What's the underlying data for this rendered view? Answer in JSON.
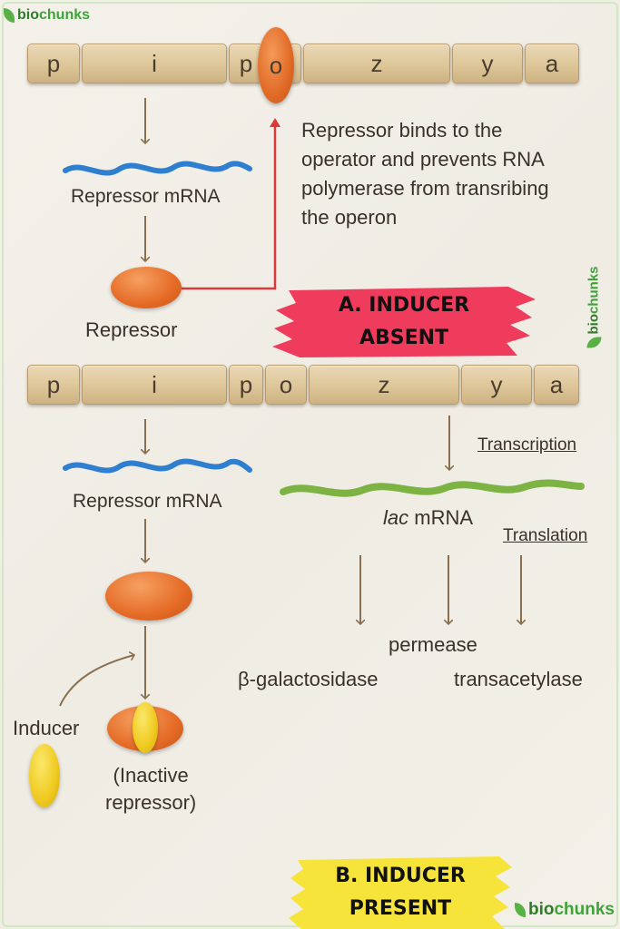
{
  "brand": {
    "bio": "bio",
    "chunks": "chunks"
  },
  "gene_segments": {
    "p": "p",
    "i": "i",
    "p2": "p",
    "o": "o",
    "z": "z",
    "y": "y",
    "a": "a"
  },
  "section_a": {
    "repressor_mrna": "Repressor mRNA",
    "repressor": "Repressor",
    "note_lines": [
      "Repressor binds to the",
      "operator and prevents RNA",
      "polymerase from transribing",
      "the operon"
    ],
    "banner_lines": [
      "A. INDUCER",
      "ABSENT"
    ]
  },
  "section_b": {
    "repressor_mrna": "Repressor mRNA",
    "transcription": "Transcription",
    "lac": "lac",
    "mrna": " mRNA",
    "translation": "Translation",
    "permease": "permease",
    "beta_gal": "β-galactosidase",
    "transacetylase": "transacetylase",
    "inducer": "Inducer",
    "inactive_lines": [
      "(Inactive",
      "repressor)"
    ],
    "banner_lines": [
      "B. INDUCER",
      "PRESENT"
    ]
  },
  "colors": {
    "gene": "#ddc698",
    "repressor": "#e56b26",
    "inducer": "#efc91e",
    "repressor_mrna": "#2f7fd0",
    "lac_mrna": "#7cb342",
    "banner_a": "#f03c5c",
    "banner_b": "#f7e43a",
    "arrow_binding": "#d93a3a",
    "arrow": "#8a6f4e"
  }
}
